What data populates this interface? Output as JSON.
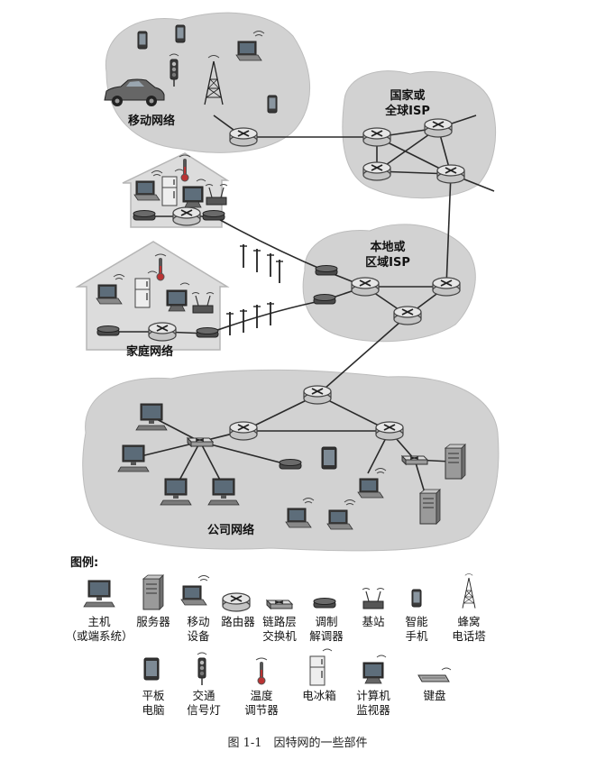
{
  "regions": {
    "mobile": "移动网络",
    "global_isp": [
      "国家或",
      "全球ISP"
    ],
    "regional_isp": [
      "本地或",
      "区域ISP"
    ],
    "home": "家庭网络",
    "enterprise": "公司网络"
  },
  "legend": {
    "title": "图例:",
    "items": [
      {
        "icon": "host-icon",
        "lines": [
          "主机",
          "（或端系统）"
        ]
      },
      {
        "icon": "server-icon",
        "lines": [
          "服务器"
        ]
      },
      {
        "icon": "mobile-device-icon",
        "lines": [
          "移动",
          "设备"
        ]
      },
      {
        "icon": "router-icon",
        "lines": [
          "路由器"
        ]
      },
      {
        "icon": "link-layer-switch-icon",
        "lines": [
          "链路层",
          "交换机"
        ]
      },
      {
        "icon": "modem-icon",
        "lines": [
          "调制",
          "解调器"
        ]
      },
      {
        "icon": "base-station-icon",
        "lines": [
          "基站"
        ]
      },
      {
        "icon": "smartphone-icon",
        "lines": [
          "智能",
          "手机"
        ]
      },
      {
        "icon": "cell-tower-icon",
        "lines": [
          "蜂窝",
          "电话塔"
        ]
      },
      {
        "icon": "tablet-icon",
        "lines": [
          "平板",
          "电脑"
        ]
      },
      {
        "icon": "traffic-light-icon",
        "lines": [
          "交通",
          "信号灯"
        ]
      },
      {
        "icon": "thermostat-icon",
        "lines": [
          "温度",
          "调节器"
        ]
      },
      {
        "icon": "fridge-icon",
        "lines": [
          "电冰箱"
        ]
      },
      {
        "icon": "monitor-icon",
        "lines": [
          "计算机",
          "监视器"
        ]
      },
      {
        "icon": "keyboard-icon",
        "lines": [
          "键盘"
        ]
      }
    ]
  },
  "caption": "图 1-1　因特网的一些部件"
}
